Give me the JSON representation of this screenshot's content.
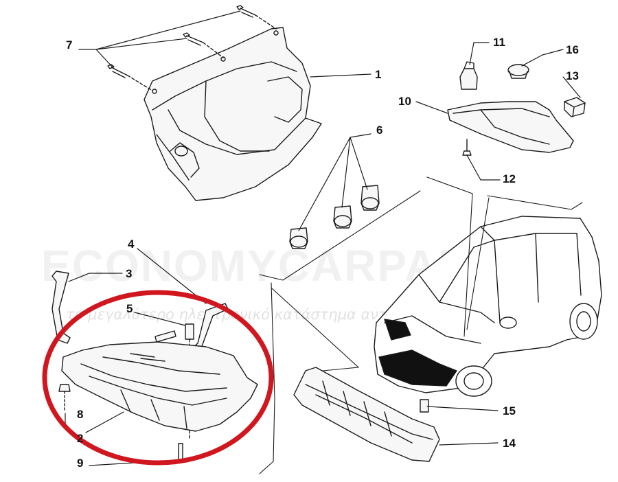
{
  "watermark": {
    "brand": "ECONOMYCARPARTS",
    "tagline": "το μεγαλύτερο ηλεκτρονικό κατάστημα ανταλλακτικών"
  },
  "callouts": [
    {
      "id": "c1",
      "label": "1"
    },
    {
      "id": "c2",
      "label": "2"
    },
    {
      "id": "c3",
      "label": "3"
    },
    {
      "id": "c4",
      "label": "4"
    },
    {
      "id": "c5",
      "label": "5"
    },
    {
      "id": "c6",
      "label": "6"
    },
    {
      "id": "c7",
      "label": "7"
    },
    {
      "id": "c8",
      "label": "8"
    },
    {
      "id": "c9",
      "label": "9"
    },
    {
      "id": "c10",
      "label": "10"
    },
    {
      "id": "c11",
      "label": "11"
    },
    {
      "id": "c12",
      "label": "12"
    },
    {
      "id": "c13",
      "label": "13"
    },
    {
      "id": "c14",
      "label": "14"
    },
    {
      "id": "c15",
      "label": "15"
    },
    {
      "id": "c16",
      "label": "16"
    }
  ],
  "colors": {
    "line": "#1a1a1a",
    "highlight_circle": "#d0171f",
    "part_fill": "#f7f7f7"
  }
}
